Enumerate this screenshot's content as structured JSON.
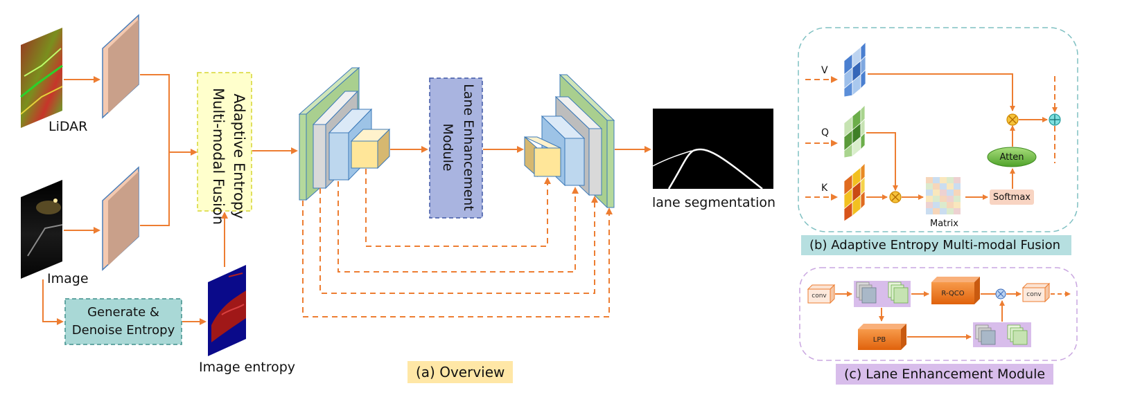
{
  "overview": {
    "lidar_label": "LiDAR",
    "image_label": "Image",
    "fusion_line1": "Adaptive Entropy",
    "fusion_line2": "Multi-modal Fusion",
    "entropy_box_line1": "Generate &",
    "entropy_box_line2": "Denoise Entropy",
    "image_entropy_label": "Image entropy",
    "lane_module_line1": "Lane Enhancement",
    "lane_module_line2": "Module",
    "output_label": "lane segmentation",
    "caption": "(a) Overview"
  },
  "fusion_panel": {
    "v_label": "V",
    "q_label": "Q",
    "k_label": "K",
    "atten_label": "Atten",
    "softmax_label": "Softmax",
    "matrix_label": "Matrix",
    "caption": "(b) Adaptive Entropy Multi-modal Fusion"
  },
  "lane_panel": {
    "conv_in_label": "conv",
    "rqco_label": "R-QCO",
    "lpb_label": "LPB",
    "conv_out_label": "conv",
    "caption": "(c)  Lane Enhancement Module"
  },
  "colors": {
    "arrow": "#ED7D31",
    "feature_map": "#C9A08A",
    "fusion_box_fill": "#FFFFCC",
    "fusion_box_border": "#D6D632",
    "entropy_box_fill": "#A9D8D6",
    "lane_box_fill": "#A9B4E0",
    "overview_caption_bg": "#FFE7A6",
    "fusion_caption_bg": "#B6DFE0",
    "lane_caption_bg": "#D8BDEB",
    "atten_green": "#6DBD45",
    "rqco_orange": "#F07820"
  }
}
